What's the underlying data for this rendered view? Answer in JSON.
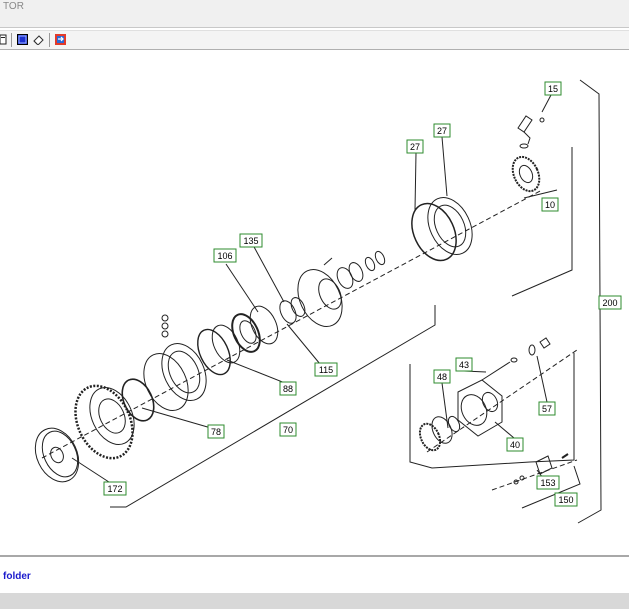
{
  "window": {
    "title_fragment": "TOR"
  },
  "toolbar": {
    "icons": [
      "page-icon",
      "select-icon",
      "eraser-icon",
      "export-icon"
    ]
  },
  "diagram": {
    "callouts": {
      "c15": "15",
      "c27a": "27",
      "c27b": "27",
      "c10": "10",
      "c200": "200",
      "c135": "135",
      "c106": "106",
      "c115": "115",
      "c88": "88",
      "c78": "78",
      "c70": "70",
      "c172": "172",
      "c43": "43",
      "c48": "48",
      "c57": "57",
      "c40": "40",
      "c153": "153",
      "c150": "150"
    }
  },
  "footer": {
    "folder_label": "folder"
  },
  "colors": {
    "callout_border": "#2e8b2e",
    "link": "#1a1acc"
  }
}
